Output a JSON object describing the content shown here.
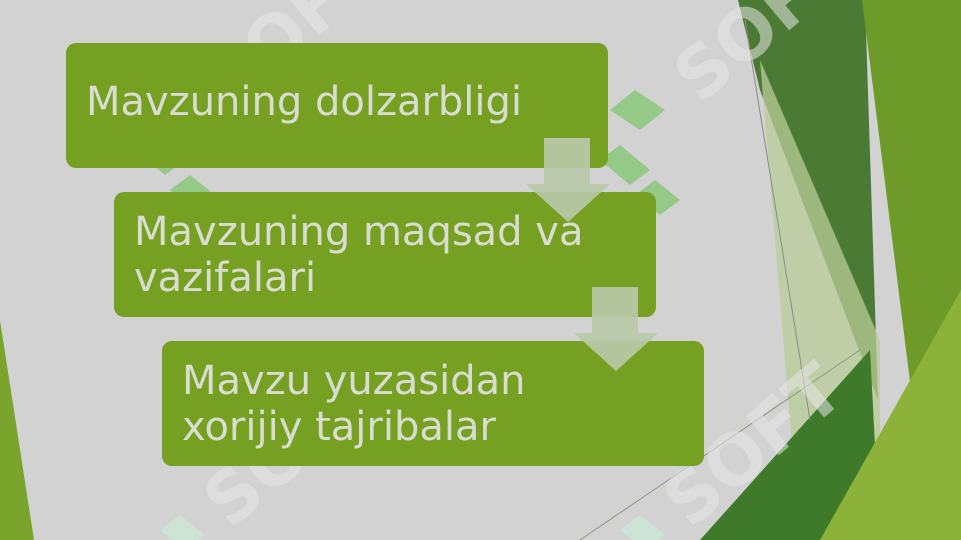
{
  "slide": {
    "steps": [
      {
        "label": "Mavzuning dolzarbligi"
      },
      {
        "label": "Mavzuning maqsad va\nvazifalari"
      },
      {
        "label": "Mavzu yuzasidan\nxorijiy tajribalar"
      }
    ],
    "watermark": {
      "text": "SOFT"
    },
    "colors": {
      "background": "#d2d2d2",
      "box": "#76a022",
      "box_text": "#d8ddd0",
      "arrow": "#b8c8a8",
      "accent_dark": "#3f6e2a",
      "accent_light": "#8fb33a"
    },
    "icons": [
      "down-arrow-icon",
      "watermark-logo-icon"
    ]
  }
}
